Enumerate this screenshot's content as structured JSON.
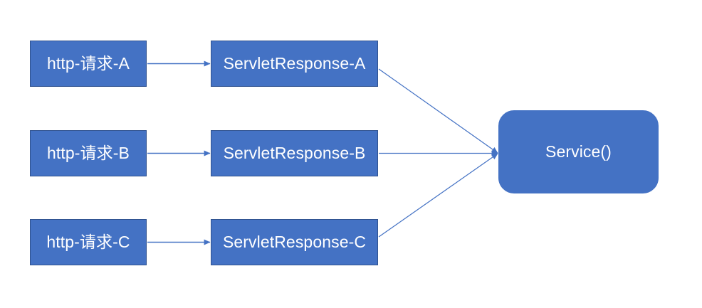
{
  "diagram": {
    "title": "",
    "background": "#ffffff",
    "node_fill": "#4472C4",
    "node_border": "#2F528F",
    "node_text_color": "#ffffff",
    "edge_color": "#4472C4",
    "requests": [
      {
        "id": "req-a",
        "label": "http-请求-A"
      },
      {
        "id": "req-b",
        "label": "http-请求-B"
      },
      {
        "id": "req-c",
        "label": "http-请求-C"
      }
    ],
    "responses": [
      {
        "id": "res-a",
        "label": "ServletResponse-A"
      },
      {
        "id": "res-b",
        "label": "ServletResponse-B"
      },
      {
        "id": "res-c",
        "label": "ServletResponse-C"
      }
    ],
    "service": {
      "id": "service",
      "label": "Service()"
    },
    "edges": [
      {
        "id": "edge-req-a-res-a",
        "from": "req-a",
        "to": "res-a",
        "label": ""
      },
      {
        "id": "edge-req-b-res-b",
        "from": "req-b",
        "to": "res-b",
        "label": ""
      },
      {
        "id": "edge-req-c-res-c",
        "from": "req-c",
        "to": "res-c",
        "label": ""
      },
      {
        "id": "edge-res-a-service",
        "from": "res-a",
        "to": "service",
        "label": ""
      },
      {
        "id": "edge-res-b-service",
        "from": "res-b",
        "to": "service",
        "label": ""
      },
      {
        "id": "edge-res-c-service",
        "from": "res-c",
        "to": "service",
        "label": ""
      }
    ]
  }
}
